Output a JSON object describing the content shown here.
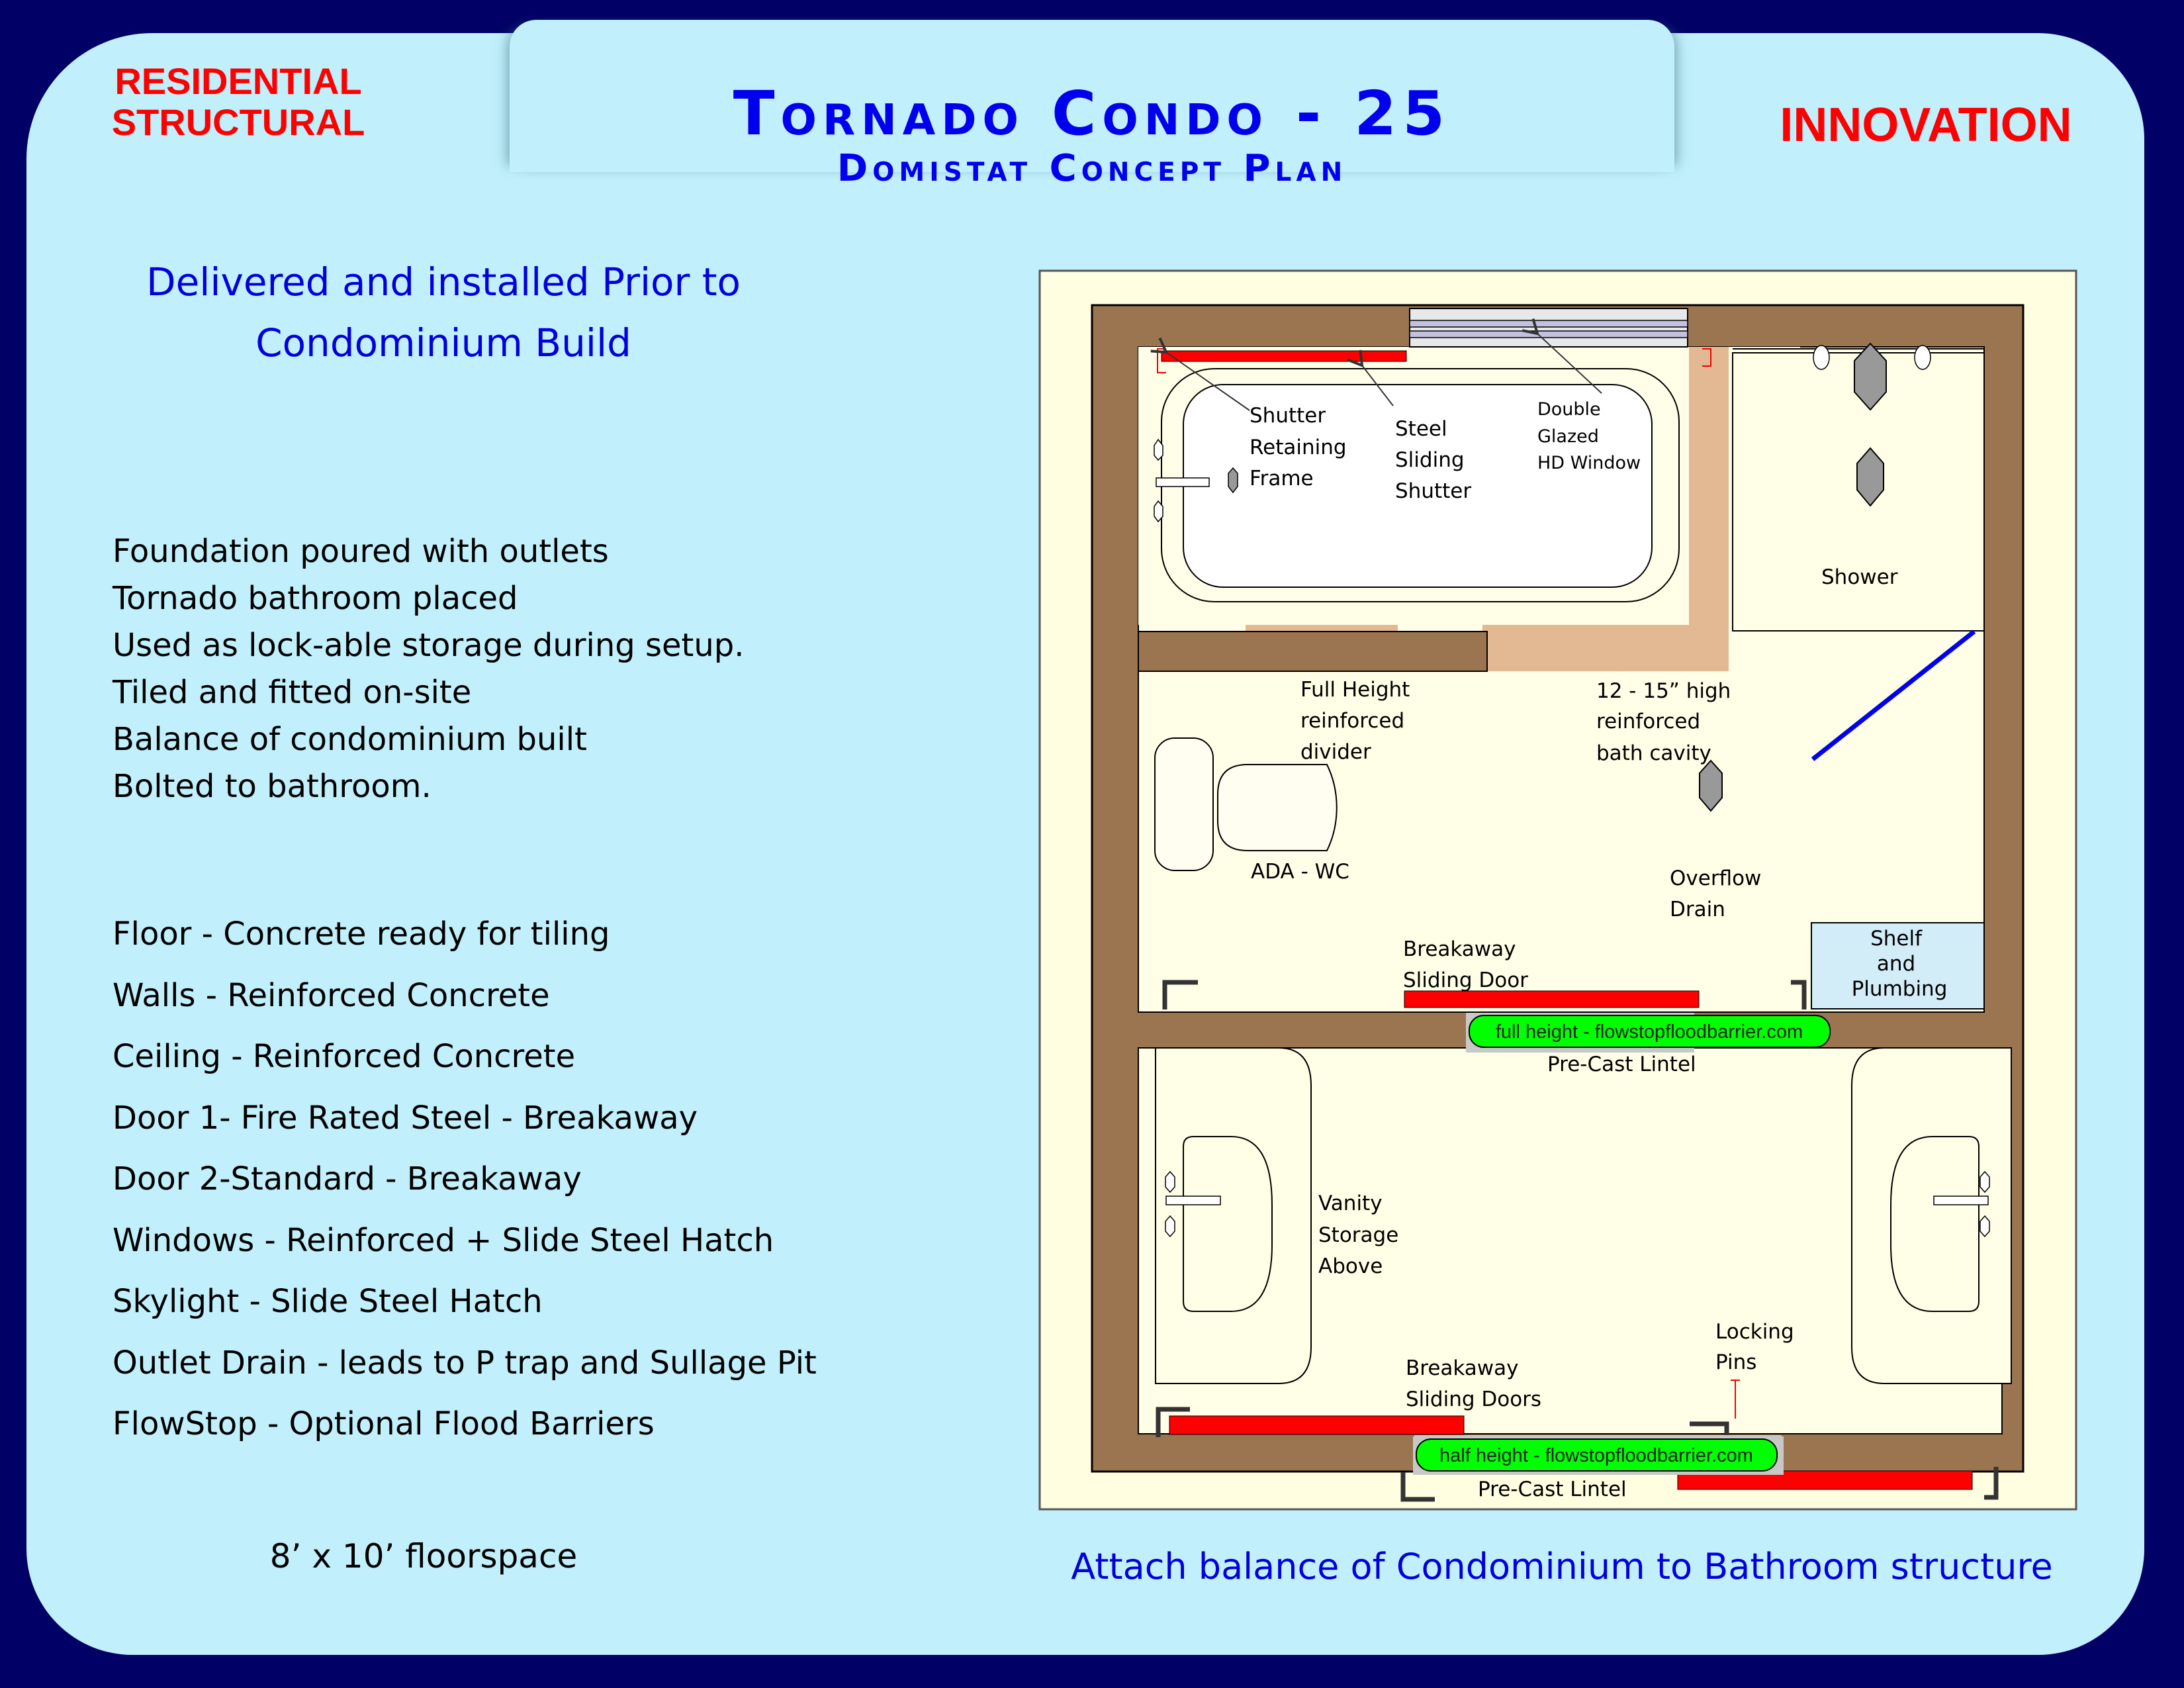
{
  "header": {
    "left_label": [
      "RESIDENTIAL",
      "STRUCTURAL"
    ],
    "title": "Tornado Condo - 25",
    "subtitle": "Domistat Concept Plan",
    "right_label": "INNOVATION"
  },
  "left_column": {
    "heading": [
      "Delivered and installed Prior to",
      "Condominium Build"
    ],
    "process_steps": [
      "Foundation poured with outlets",
      "Tornado bathroom placed",
      "Used as lock-able storage during setup.",
      "Tiled and fitted on-site",
      "Balance of condominium built",
      "Bolted to bathroom."
    ],
    "specifications": [
      "Floor - Concrete ready for tiling",
      "Walls - Reinforced Concrete",
      "Ceiling - Reinforced Concrete",
      "Door 1- Fire Rated Steel - Breakaway",
      "Door 2-Standard - Breakaway",
      "Windows - Reinforced + Slide Steel Hatch",
      "Skylight - Slide Steel Hatch",
      "Outlet Drain - leads to P trap and Sullage Pit",
      "FlowStop - Optional Flood Barriers"
    ],
    "floorspace": "8’ x 10’ floorspace"
  },
  "floor_plan": {
    "labels": {
      "shutter_frame": [
        "Shutter",
        "Retaining",
        "Frame"
      ],
      "steel_shutter": [
        "Steel",
        "Sliding",
        "Shutter"
      ],
      "window": [
        "Double",
        "Glazed",
        "HD Window"
      ],
      "shower": "Shower",
      "divider": [
        "Full Height",
        "reinforced",
        "divider"
      ],
      "bath_cavity": [
        "12 - 15” high",
        "reinforced",
        "bath cavity"
      ],
      "wc": "ADA - WC",
      "overflow_drain": [
        "Overflow",
        "Drain"
      ],
      "door1": [
        "Breakaway",
        "Sliding Door"
      ],
      "shelf": [
        "Shelf",
        "and",
        "Plumbing"
      ],
      "flood_barrier_full": "full height - flowstopfloodbarrier.com",
      "lintel_1": "Pre-Cast Lintel",
      "vanity": [
        "Vanity",
        "Storage",
        "Above"
      ],
      "locking_pins": [
        "Locking",
        "Pins"
      ],
      "door2": [
        "Breakaway",
        "Sliding Doors"
      ],
      "flood_barrier_half": "half height - flowstopfloodbarrier.com",
      "lintel_2": "Pre-Cast Lintel"
    },
    "colors": {
      "wall": "#9b7450",
      "floor": "#fffee6",
      "cavity": "#e2b993",
      "door": "#ff0000",
      "barrier": "#00ff00",
      "shelf": "#d2ecf8",
      "drain": "#999999",
      "shower_screen": "#0000ee"
    }
  },
  "caption": "Attach balance of Condominium to Bathroom structure"
}
